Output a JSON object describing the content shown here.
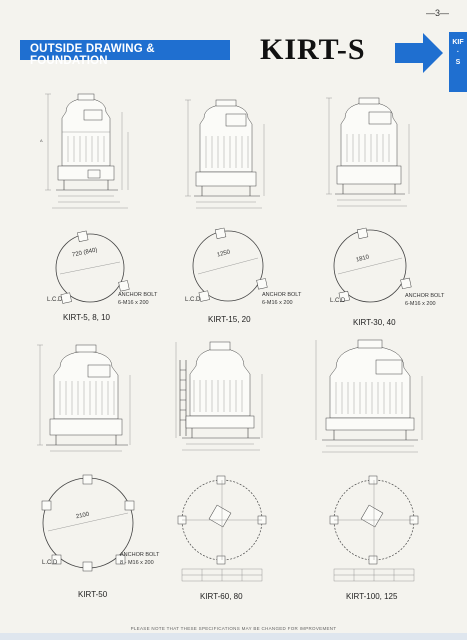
{
  "page_number": "—3—",
  "header": {
    "title": "OUTSIDE DRAWING & FOUNDATION",
    "brand": "KIRT-S",
    "side_tab": [
      "KIF",
      "·",
      "S"
    ]
  },
  "colors": {
    "accent": "#1f6fd0"
  },
  "figures": {
    "row1": [
      {
        "caption": "KIRT-5, 8, 10",
        "diameter": "720 (840)",
        "anchor_bolt": "ANCHOR BOLT",
        "bolt_spec": "6-M16 x 200",
        "lcd": "L.C.D"
      },
      {
        "caption": "KIRT-15, 20",
        "diameter": "1250",
        "anchor_bolt": "ANCHOR BOLT",
        "bolt_spec": "6-M16 x 200",
        "lcd": "L.C.D"
      },
      {
        "caption": "KIRT-30, 40",
        "diameter": "1810",
        "anchor_bolt": "ANCHOR BOLT",
        "bolt_spec": "6-M16 x 200",
        "lcd": "L.C.D"
      }
    ],
    "row2": [
      {
        "caption": "KIRT-50",
        "diameter": "2100",
        "anchor_bolt": "ANCHOR BOLT",
        "bolt_spec": "8 - M16 x 200",
        "lcd": "L.C.D"
      },
      {
        "caption": "KIRT-60, 80"
      },
      {
        "caption": "KIRT-100, 125"
      }
    ]
  },
  "footer": {
    "note": "PLEASE NOTE THAT THESE SPECIFICATIONS MAY BE CHANGED FOR IMPROVEMENT"
  }
}
